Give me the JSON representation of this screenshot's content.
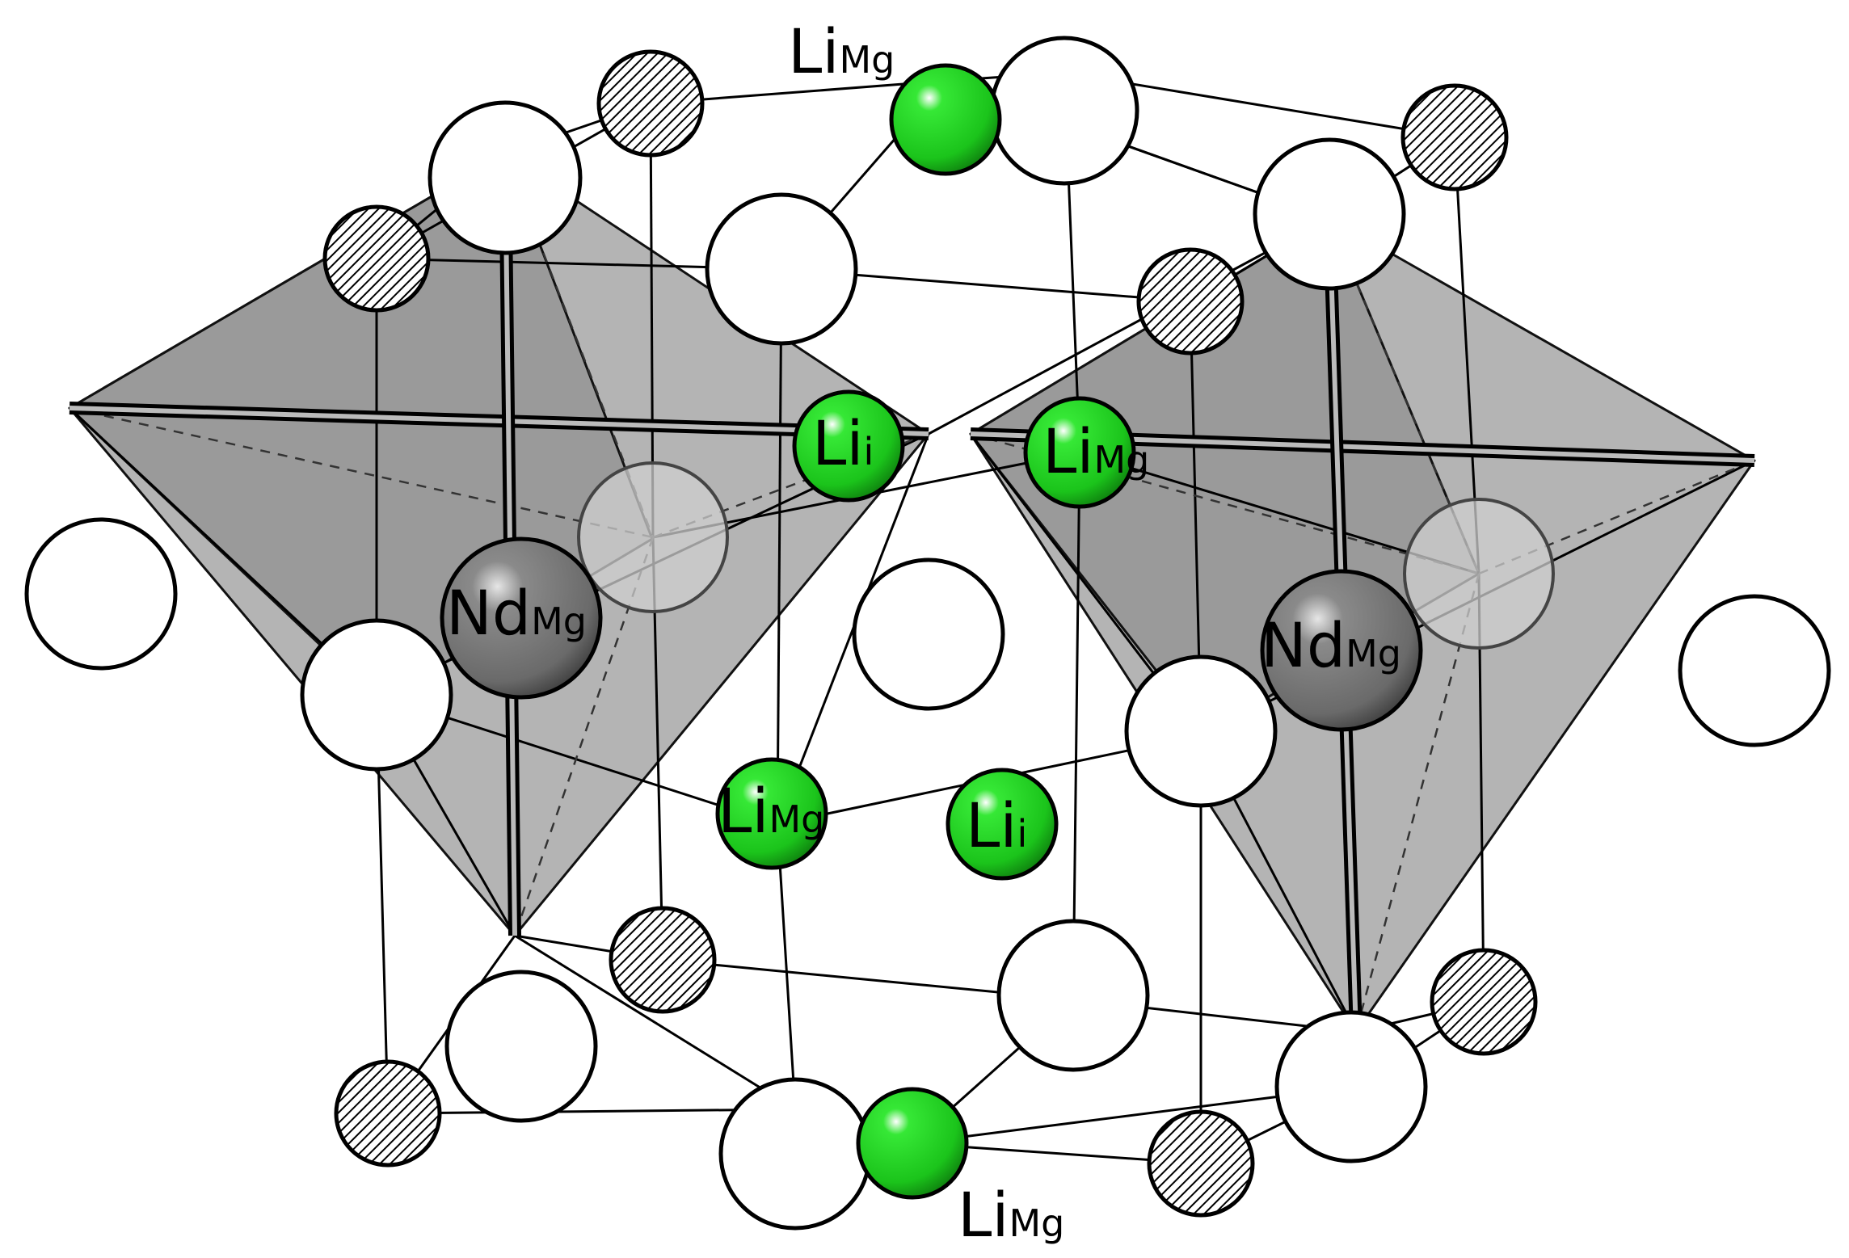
{
  "labels": {
    "li_mg_top": {
      "main": "Li",
      "sub": "Mg"
    },
    "li_mg_upper_mid": {
      "main": "Li",
      "sub": "Mg"
    },
    "li_i_upper": {
      "main": "Li",
      "sub": "i"
    },
    "li_mg_lower_mid": {
      "main": "Li",
      "sub": "Mg"
    },
    "li_i_lower": {
      "main": "Li",
      "sub": "i"
    },
    "li_mg_bottom": {
      "main": "Li",
      "sub": "Mg"
    },
    "nd_mg_left": {
      "main": "Nd",
      "sub": "Mg"
    },
    "nd_mg_right": {
      "main": "Nd",
      "sub": "Mg"
    }
  },
  "colors": {
    "li_green": "#1fd11f",
    "li_green_dark": "#0b7a0b",
    "nd_gray": "#707070",
    "nd_gray_dark": "#3a3a3a",
    "polyhedron_gray": "#8c8c8c",
    "host_atom": "#ffffff"
  }
}
